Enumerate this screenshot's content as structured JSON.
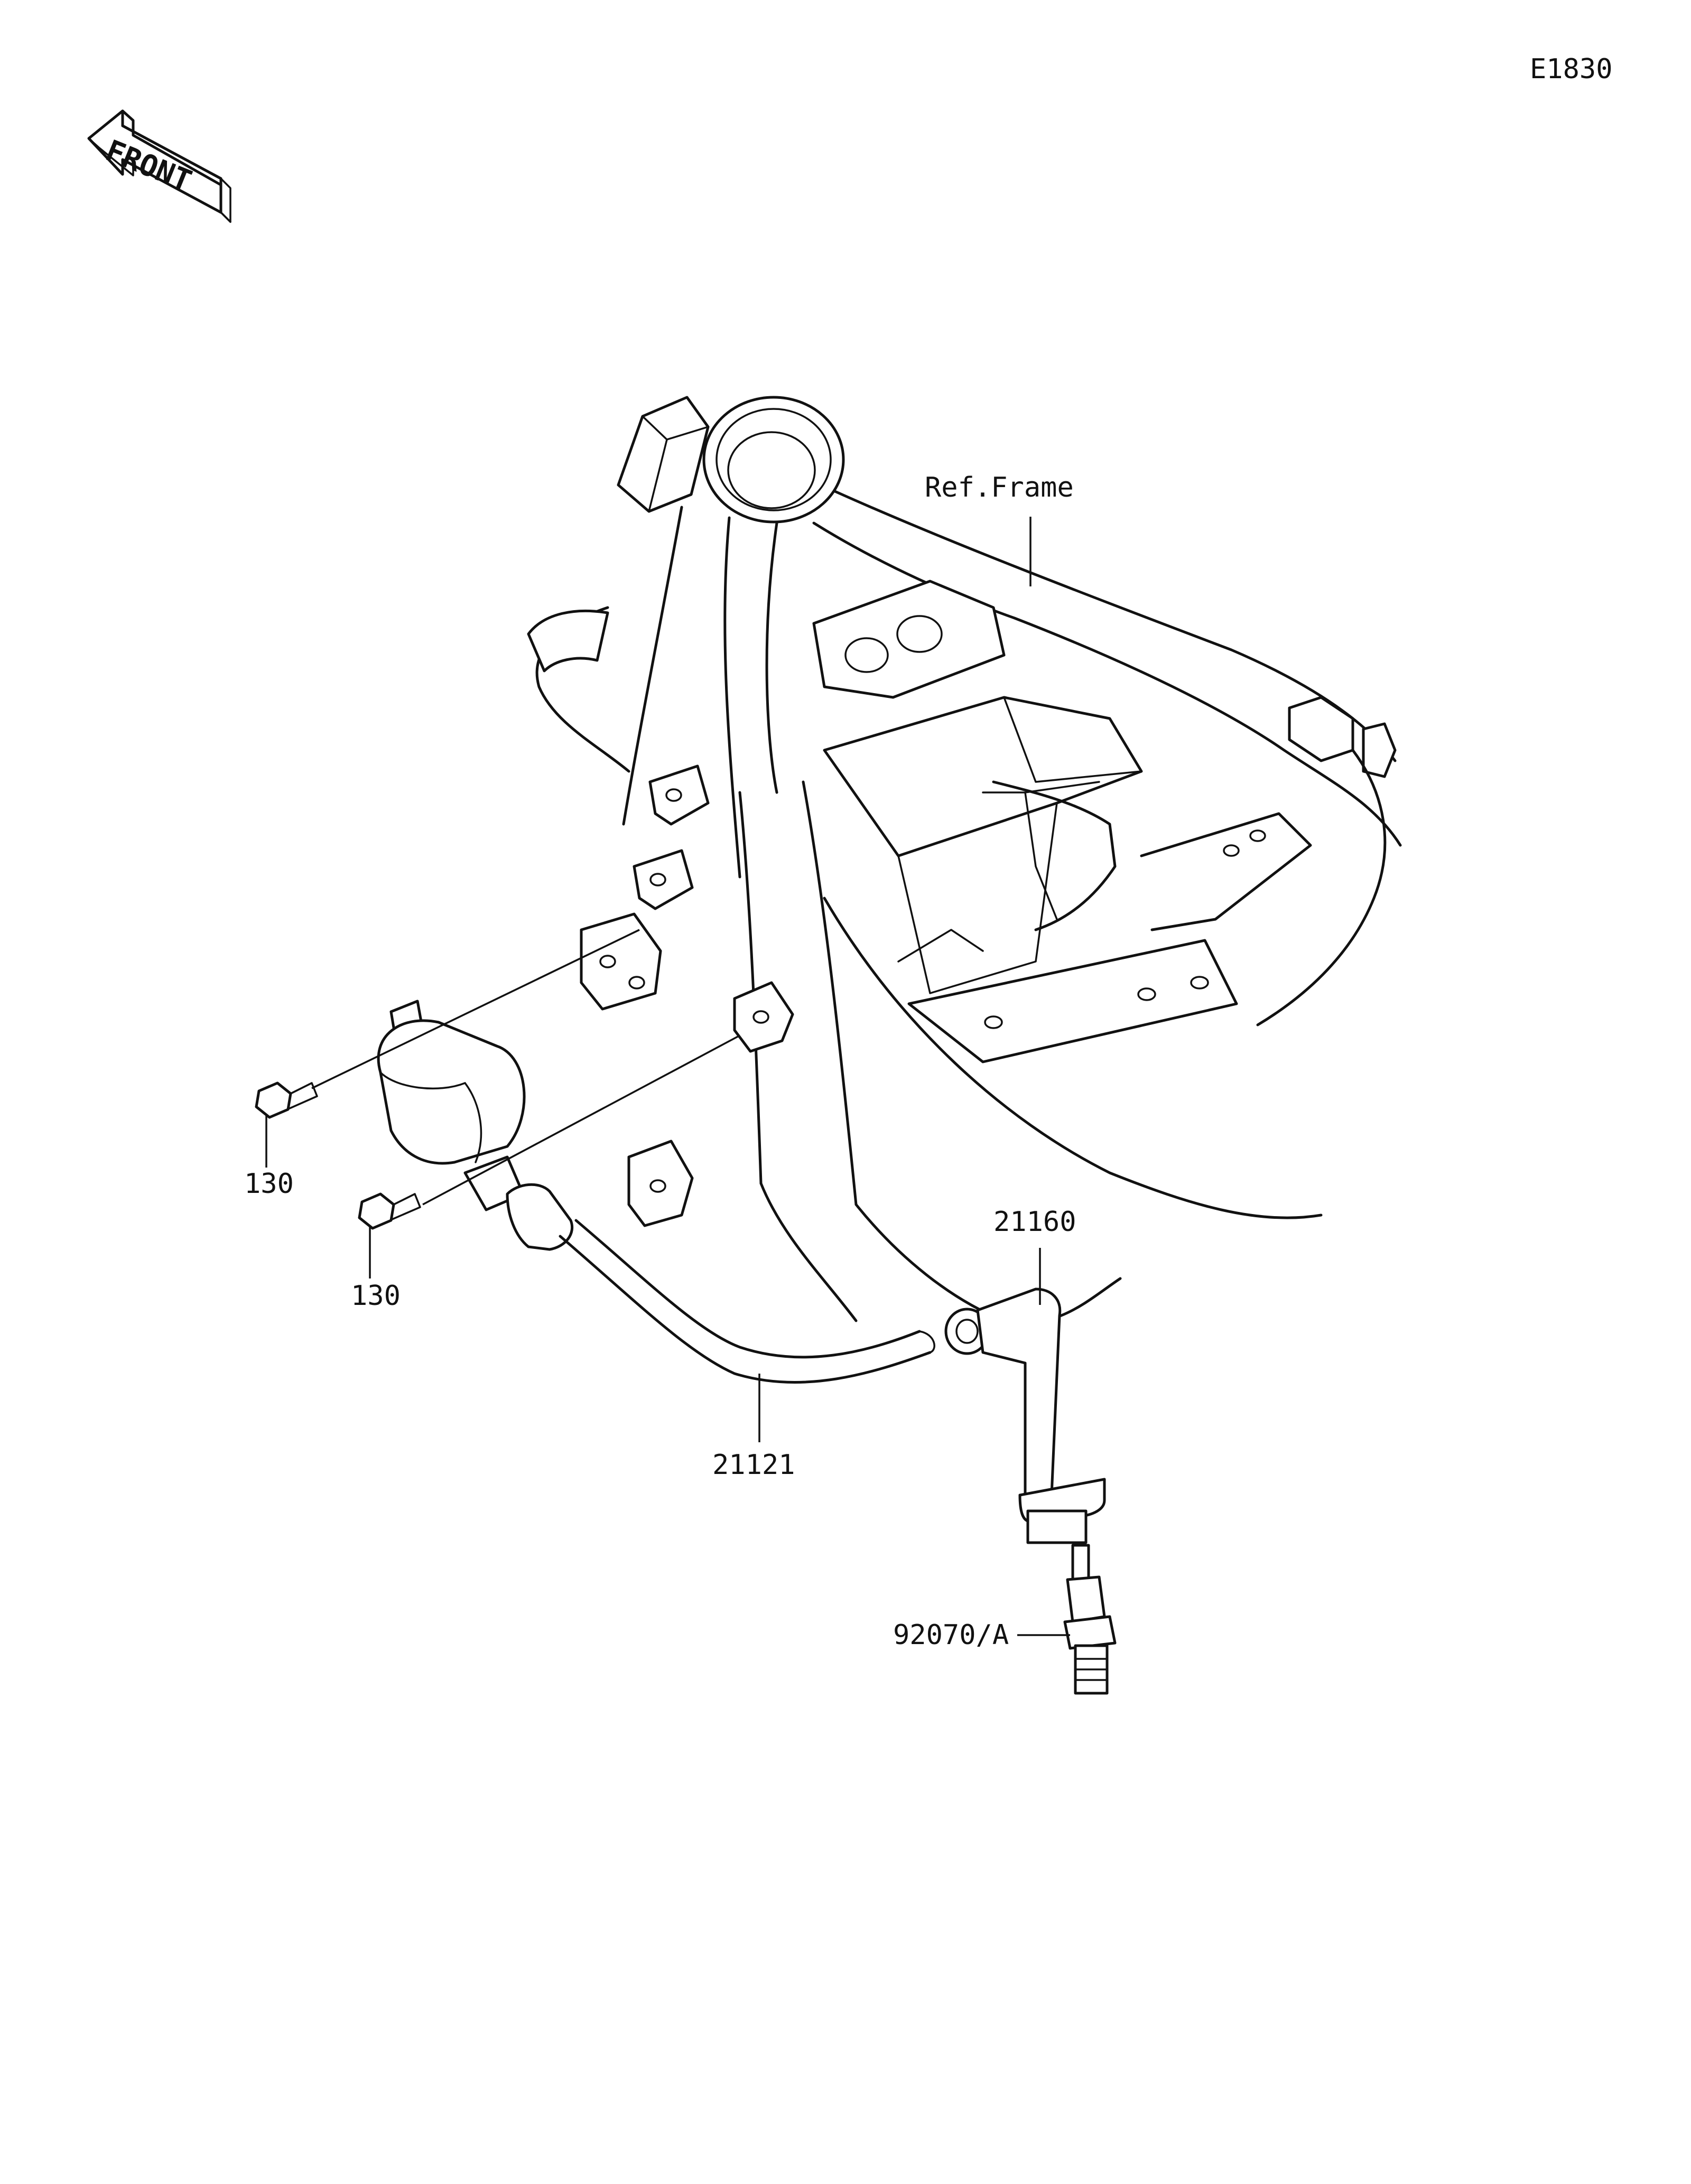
{
  "diagram_code": "E1830",
  "front_label": "FRONT",
  "labels": {
    "frame": "Ref.Frame",
    "bolt_upper": "130",
    "bolt_lower": "130",
    "plug_cap": "21160",
    "coil": "21121",
    "spark_plug": "92070/A"
  }
}
